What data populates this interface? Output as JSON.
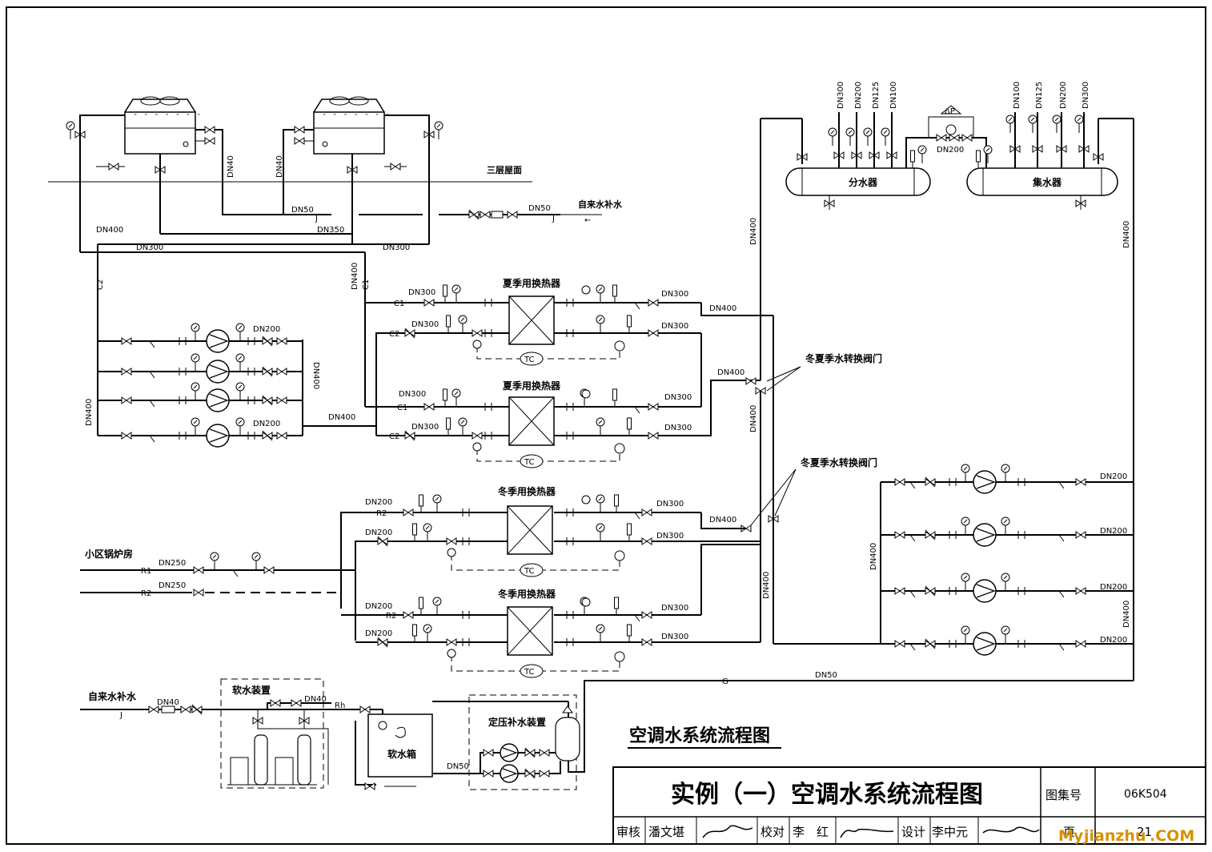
{
  "drawing": {
    "title": "空调水系统流程图",
    "titleblock_title": "实例（一）空调水系统流程图",
    "atlas_label": "图集号",
    "atlas_number": "06K504",
    "page_label": "页",
    "page_number": "21",
    "review_label": "审核",
    "reviewer": "潘文堪",
    "check_label": "校对",
    "checker": "李　红",
    "design_label": "设计",
    "designer": "李中元"
  },
  "labels": {
    "roof": "三层屋面",
    "makeup_water": "自来水补水",
    "district_boiler": "小区锅炉房",
    "summer_hx": "夏季用换热器",
    "winter_hx": "冬季用换热器",
    "changeover_valve": "冬夏季水转换阀门",
    "distributor": "分水器",
    "collector": "集水器",
    "softener": "软水装置",
    "soft_tank": "软水箱",
    "pressurizer": "定压补水装置",
    "tc": "TC",
    "dp": "ΔP"
  },
  "pipe_sizes": {
    "dn40": "DN40",
    "dn50": "DN50",
    "dn100": "DN100",
    "dn125": "DN125",
    "dn200": "DN200",
    "dn250": "DN250",
    "dn300": "DN300",
    "dn350": "DN350",
    "dn400": "DN400"
  },
  "line_codes": {
    "c1": "C1",
    "c2": "C2",
    "r1": "R1",
    "r2": "R2",
    "rh": "Rh",
    "j": "J",
    "g": "G"
  },
  "watermark": {
    "my": "My",
    "site": "jianzhu",
    "com": ".COM"
  }
}
